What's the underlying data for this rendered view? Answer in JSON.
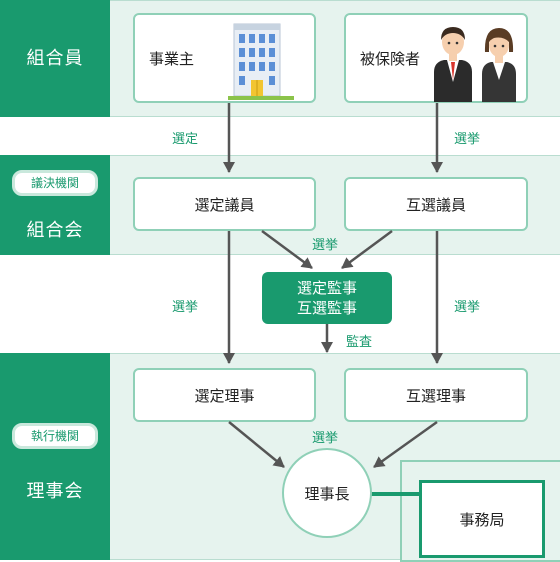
{
  "sections": {
    "members": {
      "label": "組合員"
    },
    "assembly": {
      "badge": "議決機関",
      "label": "組合会"
    },
    "board": {
      "badge": "執行機関",
      "label": "理事会"
    }
  },
  "members": {
    "employer": "事業主",
    "insured": "被保険者"
  },
  "assembly": {
    "appointed": "選定議員",
    "elected": "互選議員"
  },
  "auditors": {
    "line1": "選定監事",
    "line2": "互選監事"
  },
  "board": {
    "appointed": "選定理事",
    "elected": "互選理事",
    "chair": "理事長",
    "office": "事務局"
  },
  "edge_labels": {
    "appoint": "選定",
    "elect_top": "選挙",
    "elect_assembly": "選挙",
    "elect_left": "選挙",
    "elect_right": "選挙",
    "audit": "監査",
    "elect_board": "選挙"
  },
  "colors": {
    "accent": "#199a6e",
    "band": "#e6f3ee",
    "border": "#8fd0b7",
    "arrow": "#555555"
  },
  "icons": [
    "building-icon",
    "businessman-icon",
    "businesswoman-icon"
  ]
}
